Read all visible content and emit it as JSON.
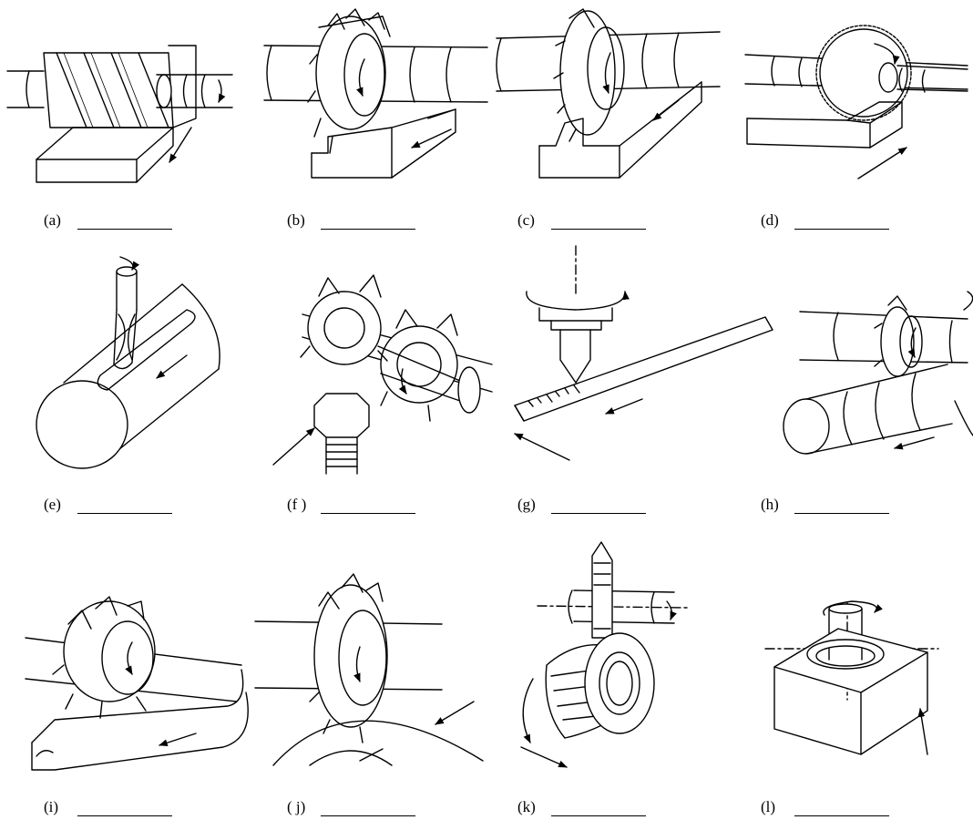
{
  "figures": [
    {
      "id": "a",
      "label": "(a)"
    },
    {
      "id": "b",
      "label": "(b)"
    },
    {
      "id": "c",
      "label": "(c)"
    },
    {
      "id": "d",
      "label": "(d)"
    },
    {
      "id": "e",
      "label": "(e)"
    },
    {
      "id": "f",
      "label": "(f )"
    },
    {
      "id": "g",
      "label": "(g)"
    },
    {
      "id": "h",
      "label": "(h)"
    },
    {
      "id": "i",
      "label": "(i)"
    },
    {
      "id": "j",
      "label": "( j)"
    },
    {
      "id": "k",
      "label": "(k)"
    },
    {
      "id": "l",
      "label": "(l)"
    }
  ]
}
